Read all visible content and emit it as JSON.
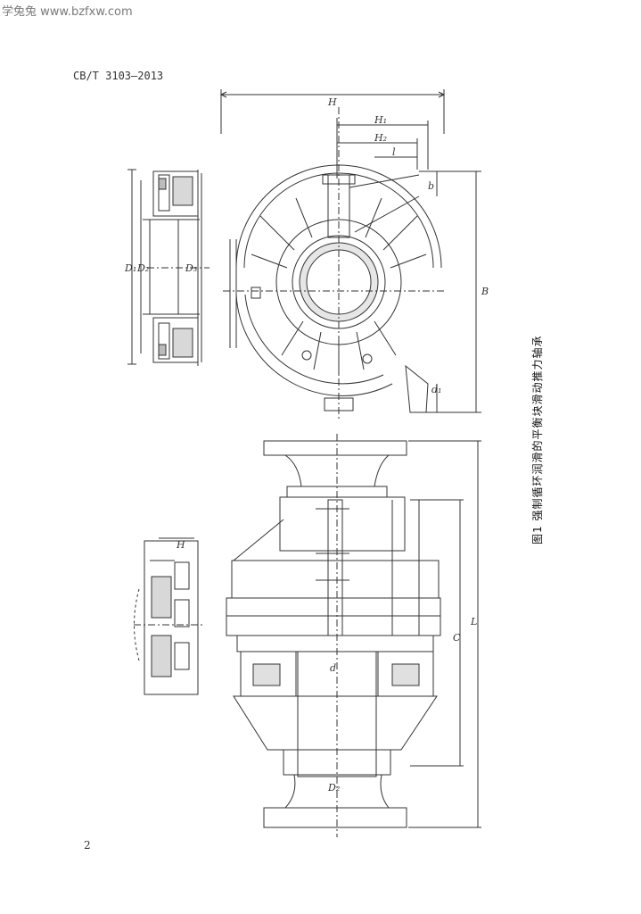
{
  "watermark": "学兔兔 www.bzfxw.com",
  "header": {
    "standard_code": "CB/T 3103—2013"
  },
  "figure": {
    "caption": "图1 强制循环润滑的平衡块滑动推力轴承",
    "labels": {
      "H_top": "H",
      "H1": "H₁",
      "H2": "H₂",
      "l": "l",
      "b": "b",
      "B": "B",
      "D1_left": "D₁",
      "D2_left": "D₂",
      "D3_left": "D₃",
      "d1": "d₁",
      "H_small": "H",
      "C": "C",
      "L": "L",
      "d": "d",
      "D_bottom": "D₂"
    }
  },
  "page_number": "2"
}
